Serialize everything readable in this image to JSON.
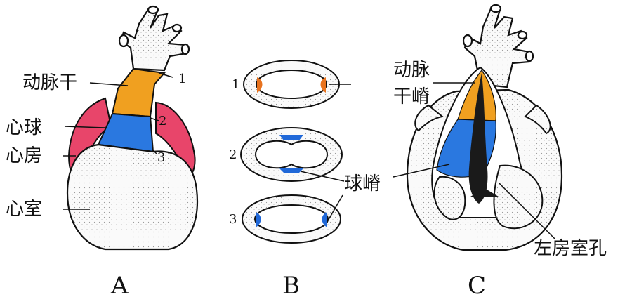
{
  "panel_a": {
    "label_truncus": "动脉干",
    "label_bulbus": "心球",
    "label_atrium": "心房",
    "label_ventricle": "心室",
    "num_1": "1",
    "num_2": "2",
    "num_3": "3",
    "panel_letter": "A"
  },
  "panel_b": {
    "num_1": "1",
    "num_2": "2",
    "num_3": "3",
    "label_bulbar_ridge": "球嵴",
    "panel_letter": "B"
  },
  "panel_c": {
    "label_truncal_ridge_line1": "动脉",
    "label_truncal_ridge_line2": "干嵴",
    "label_foramen": "左房室孔",
    "panel_letter": "C"
  },
  "colors": {
    "truncus_orange": "#f0a020",
    "bulbus_blue": "#2a78e0",
    "atrium_red": "#e8456a",
    "ridge_orange": "#e8731f",
    "ridge_blue": "#2068d8",
    "outline": "#111111"
  }
}
